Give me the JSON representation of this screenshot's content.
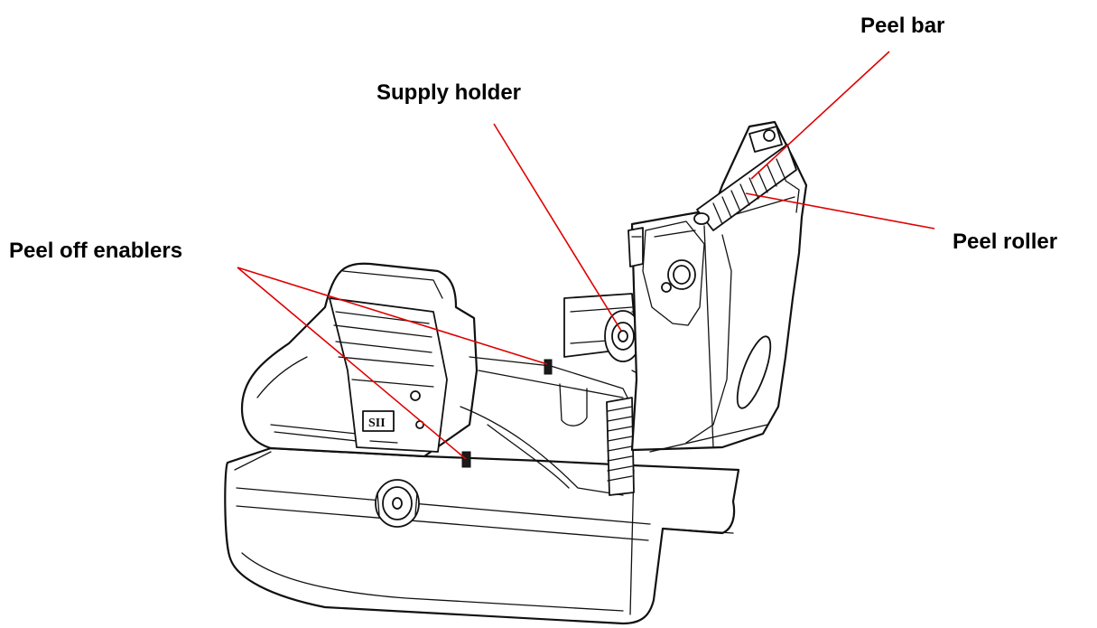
{
  "callouts": {
    "peel_bar": "Peel bar",
    "supply_holder": "Supply holder",
    "peel_off_enablers": "Peel off enablers",
    "peel_roller": "Peel roller"
  },
  "printer_markings": {
    "head_label": "SII",
    "lock_symbol": "☐"
  },
  "colors": {
    "leader_line": "#e00000",
    "label_text": "#000000",
    "outline": "#111111"
  }
}
